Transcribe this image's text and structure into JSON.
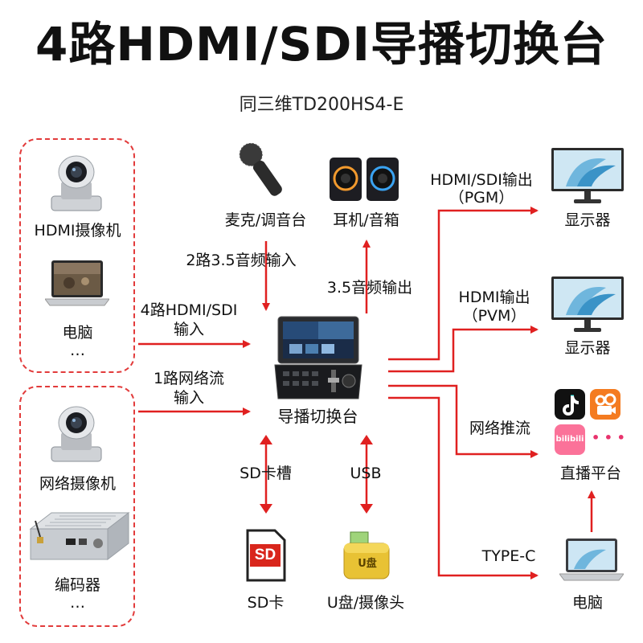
{
  "header": {
    "title": "4路HDMI/SDI导播切换台",
    "subtitle": "同三维TD200HS4-E"
  },
  "inputs_group_1": {
    "camera_label": "HDMI摄像机",
    "pc_label": "电脑",
    "more": "…"
  },
  "inputs_group_2": {
    "camera_label": "网络摄像机",
    "encoder_label": "编码器",
    "more": "…"
  },
  "audio": {
    "mic_label": "麦克/调音台",
    "speaker_label": "耳机/音箱",
    "audio_in": "2路3.5音频输入",
    "audio_out": "3.5音频输出"
  },
  "center": {
    "switcher_label": "导播切换台",
    "hdmi_in_line1": "4路HDMI/SDI",
    "hdmi_in_line2": "输入",
    "net_in_line1": "1路网络流",
    "net_in_line2": "输入"
  },
  "storage": {
    "sd_slot": "SD卡槽",
    "usb": "USB",
    "sd_card_label": "SD卡",
    "sd_card_text": "SD",
    "udisk_label": "U盘/摄像头",
    "udisk_chip": "U盘"
  },
  "outputs": {
    "pgm_line1": "HDMI/SDI输出",
    "pgm_line2": "（PGM）",
    "monitor1_label": "显示器",
    "pvm_line1": "HDMI输出",
    "pvm_line2": "（PVM）",
    "monitor2_label": "显示器",
    "stream_label": "网络推流",
    "platform_label": "直播平台",
    "platform_more": "• • •",
    "bilibili_text": "bilibili",
    "typec_label": "TYPE-C",
    "laptop_label": "电脑"
  },
  "colors": {
    "accent_red": "#e02020",
    "dash_red": "#e23b3b"
  }
}
